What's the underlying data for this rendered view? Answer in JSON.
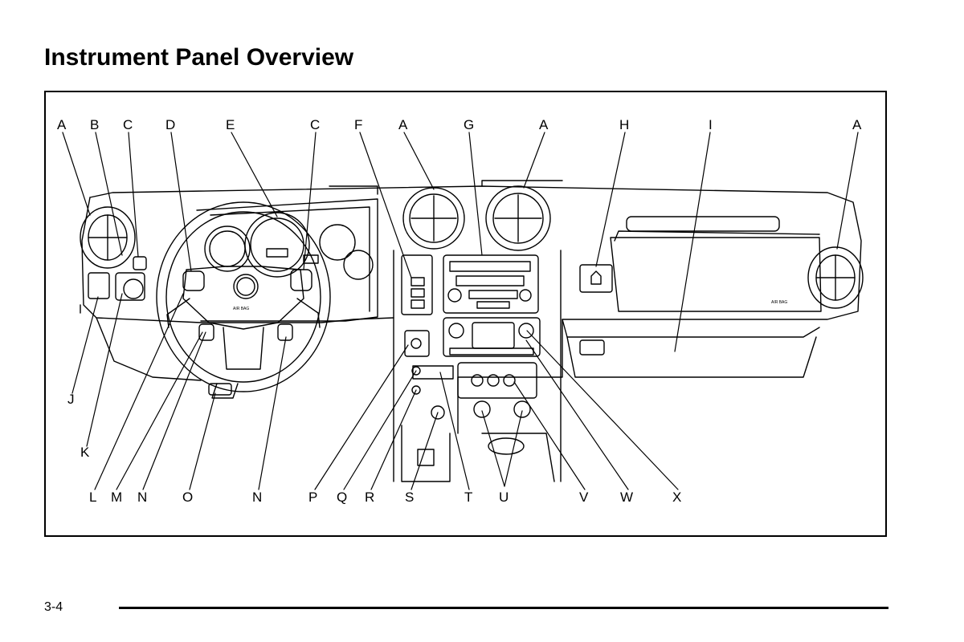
{
  "title": "Instrument Panel Overview",
  "page_number": "3-4",
  "figure": {
    "top_labels": [
      "A",
      "B",
      "C",
      "D",
      "E",
      "C",
      "F",
      "A",
      "G",
      "A",
      "H",
      "I",
      "A"
    ],
    "left_labels": [
      "J",
      "K"
    ],
    "bottom_labels": [
      "L",
      "M",
      "N",
      "O",
      "N",
      "P",
      "Q",
      "R",
      "S",
      "T",
      "U",
      "V",
      "W",
      "X"
    ],
    "airbag_text": "AIR BAG"
  }
}
